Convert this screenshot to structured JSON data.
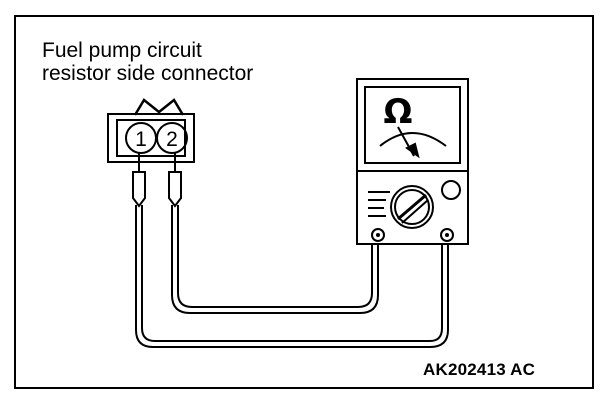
{
  "caption": {
    "line1": "Fuel pump circuit",
    "line2": "resistor side connector"
  },
  "connector": {
    "pins": [
      "1",
      "2"
    ]
  },
  "meter": {
    "unit_symbol": "Ω"
  },
  "figure_code": "AK202413 AC",
  "icons": [
    "connector-icon",
    "ohmmeter-icon",
    "test-probe-icon",
    "selector-dial-icon"
  ]
}
